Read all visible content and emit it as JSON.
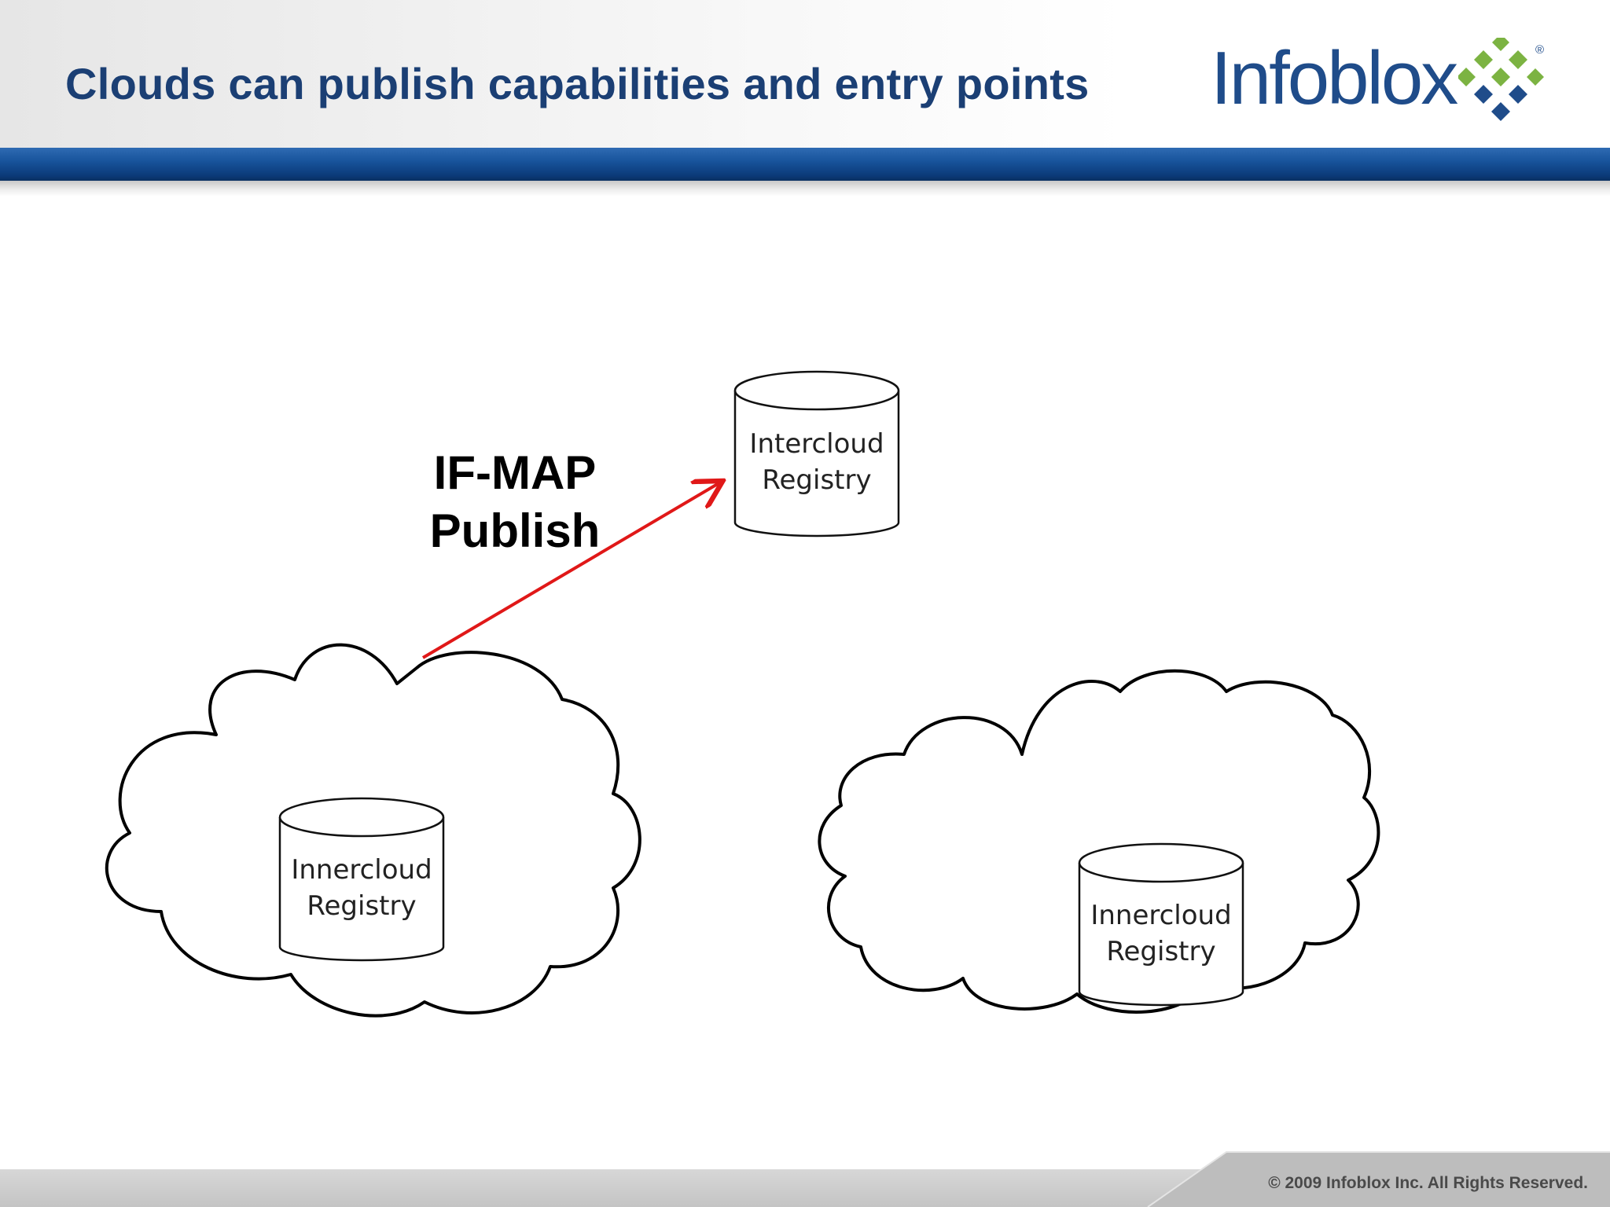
{
  "slide": {
    "title": "Clouds can publish capabilities and entry points",
    "copyright": "© 2009 Infoblox Inc. All Rights Reserved."
  },
  "logo": {
    "text": "Infoblox",
    "registered_mark": "®",
    "mark_icon": "diamond-grid-icon",
    "colors": {
      "text": "#1f4c8a",
      "mark_green": "#7cb342",
      "mark_blue": "#1f4c8a"
    }
  },
  "diagram": {
    "intercloud_registry": {
      "line1": "Intercloud",
      "line2": "Registry"
    },
    "left_cloud": {
      "registry": {
        "line1": "Innercloud",
        "line2": "Registry"
      }
    },
    "right_cloud": {
      "registry": {
        "line1": "Innercloud",
        "line2": "Registry"
      }
    },
    "arrow": {
      "line1": "IF-MAP",
      "line2": "Publish",
      "color": "#e01818"
    }
  },
  "colors": {
    "title": "#1b3f74",
    "header_bar": "#18549c",
    "footer": "#c4c4c4"
  }
}
